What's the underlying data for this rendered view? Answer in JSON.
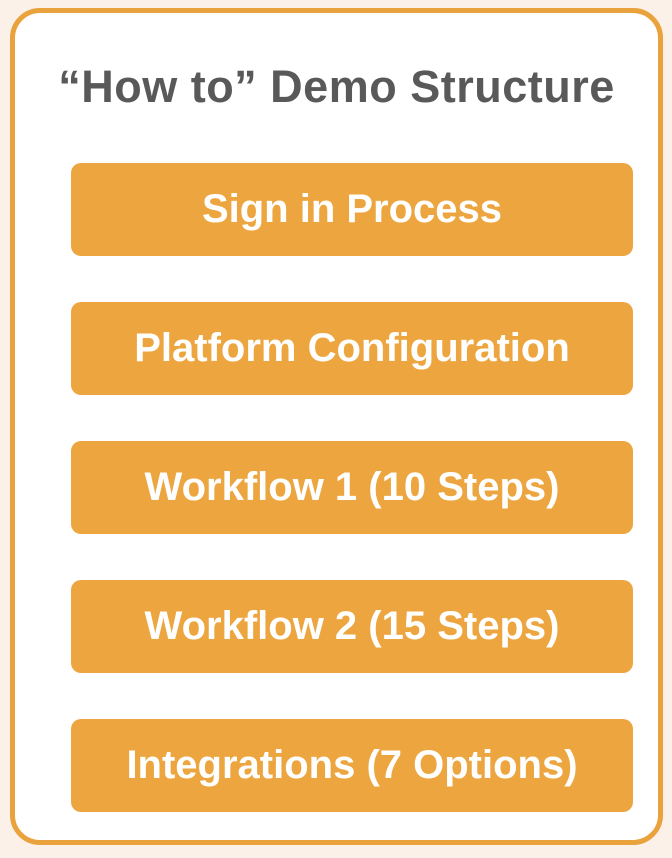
{
  "header": {
    "title": "“How to” Demo Structure"
  },
  "diagram": {
    "nodes": [
      {
        "label": "Sign in Process"
      },
      {
        "label": "Platform Configuration"
      },
      {
        "label": "Workflow 1 (10 Steps)"
      },
      {
        "label": "Workflow 2 (15 Steps)"
      },
      {
        "label": "Integrations (7 Options)"
      }
    ]
  },
  "colors": {
    "page_background": "#fcf1e8",
    "card_background": "#ffffff",
    "card_border": "#e9a23c",
    "node_fill": "#eda63f",
    "node_text": "#ffffff",
    "title_text": "#595959"
  }
}
